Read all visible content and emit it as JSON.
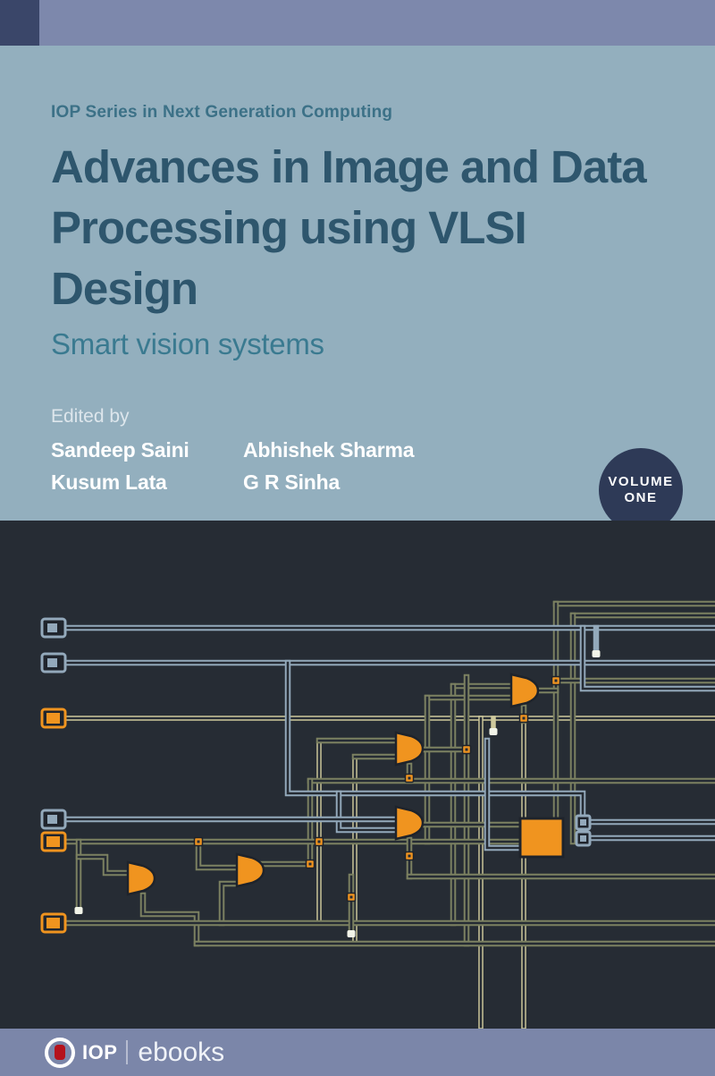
{
  "series": "IOP Series in Next Generation Computing",
  "title": {
    "line1": "Advances in Image and Data",
    "line2": "Processing using VLSI Design"
  },
  "subtitle": "Smart vision systems",
  "edited_by_label": "Edited by",
  "editors": [
    "Sandeep Saini",
    "Abhishek Sharma",
    "Kusum Lata",
    "G R Sinha"
  ],
  "volume_badge": {
    "line1": "VOLUME",
    "line2": "ONE"
  },
  "footer": {
    "publisher": "IOP",
    "product": "ebooks"
  },
  "colors": {
    "cover_light": "#93afbe",
    "top_band": "#7d88ac",
    "corner_navy": "#3a4669",
    "circuit_background": "#262c34",
    "accent_orange": "#f0941f",
    "wire_blue": "#93a9bb",
    "wire_olive": "#7c8161",
    "wire_pale_yellow": "#cfc99c",
    "badge_navy": "#2e3a57",
    "title_teal": "#2e566d",
    "subtitle_teal": "#3a7a90",
    "series_teal": "#3c7187",
    "footer_bar": "#7b86a9",
    "logo_red": "#b5121b"
  }
}
